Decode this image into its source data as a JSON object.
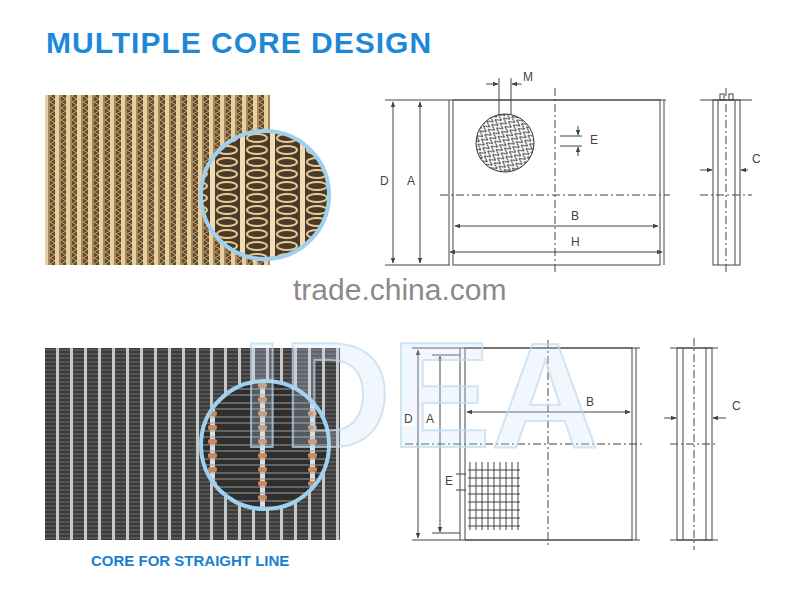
{
  "diagram": {
    "title": "MULTIPLE CORE DESIGN",
    "labels": [
      "M",
      "E",
      "D",
      "A",
      "B",
      "H",
      "C",
      "B",
      "D",
      "A",
      "E",
      "C",
      "trade.china.com",
      "IDEA",
      "CORE FOR STRAIGHT LINE"
    ]
  }
}
